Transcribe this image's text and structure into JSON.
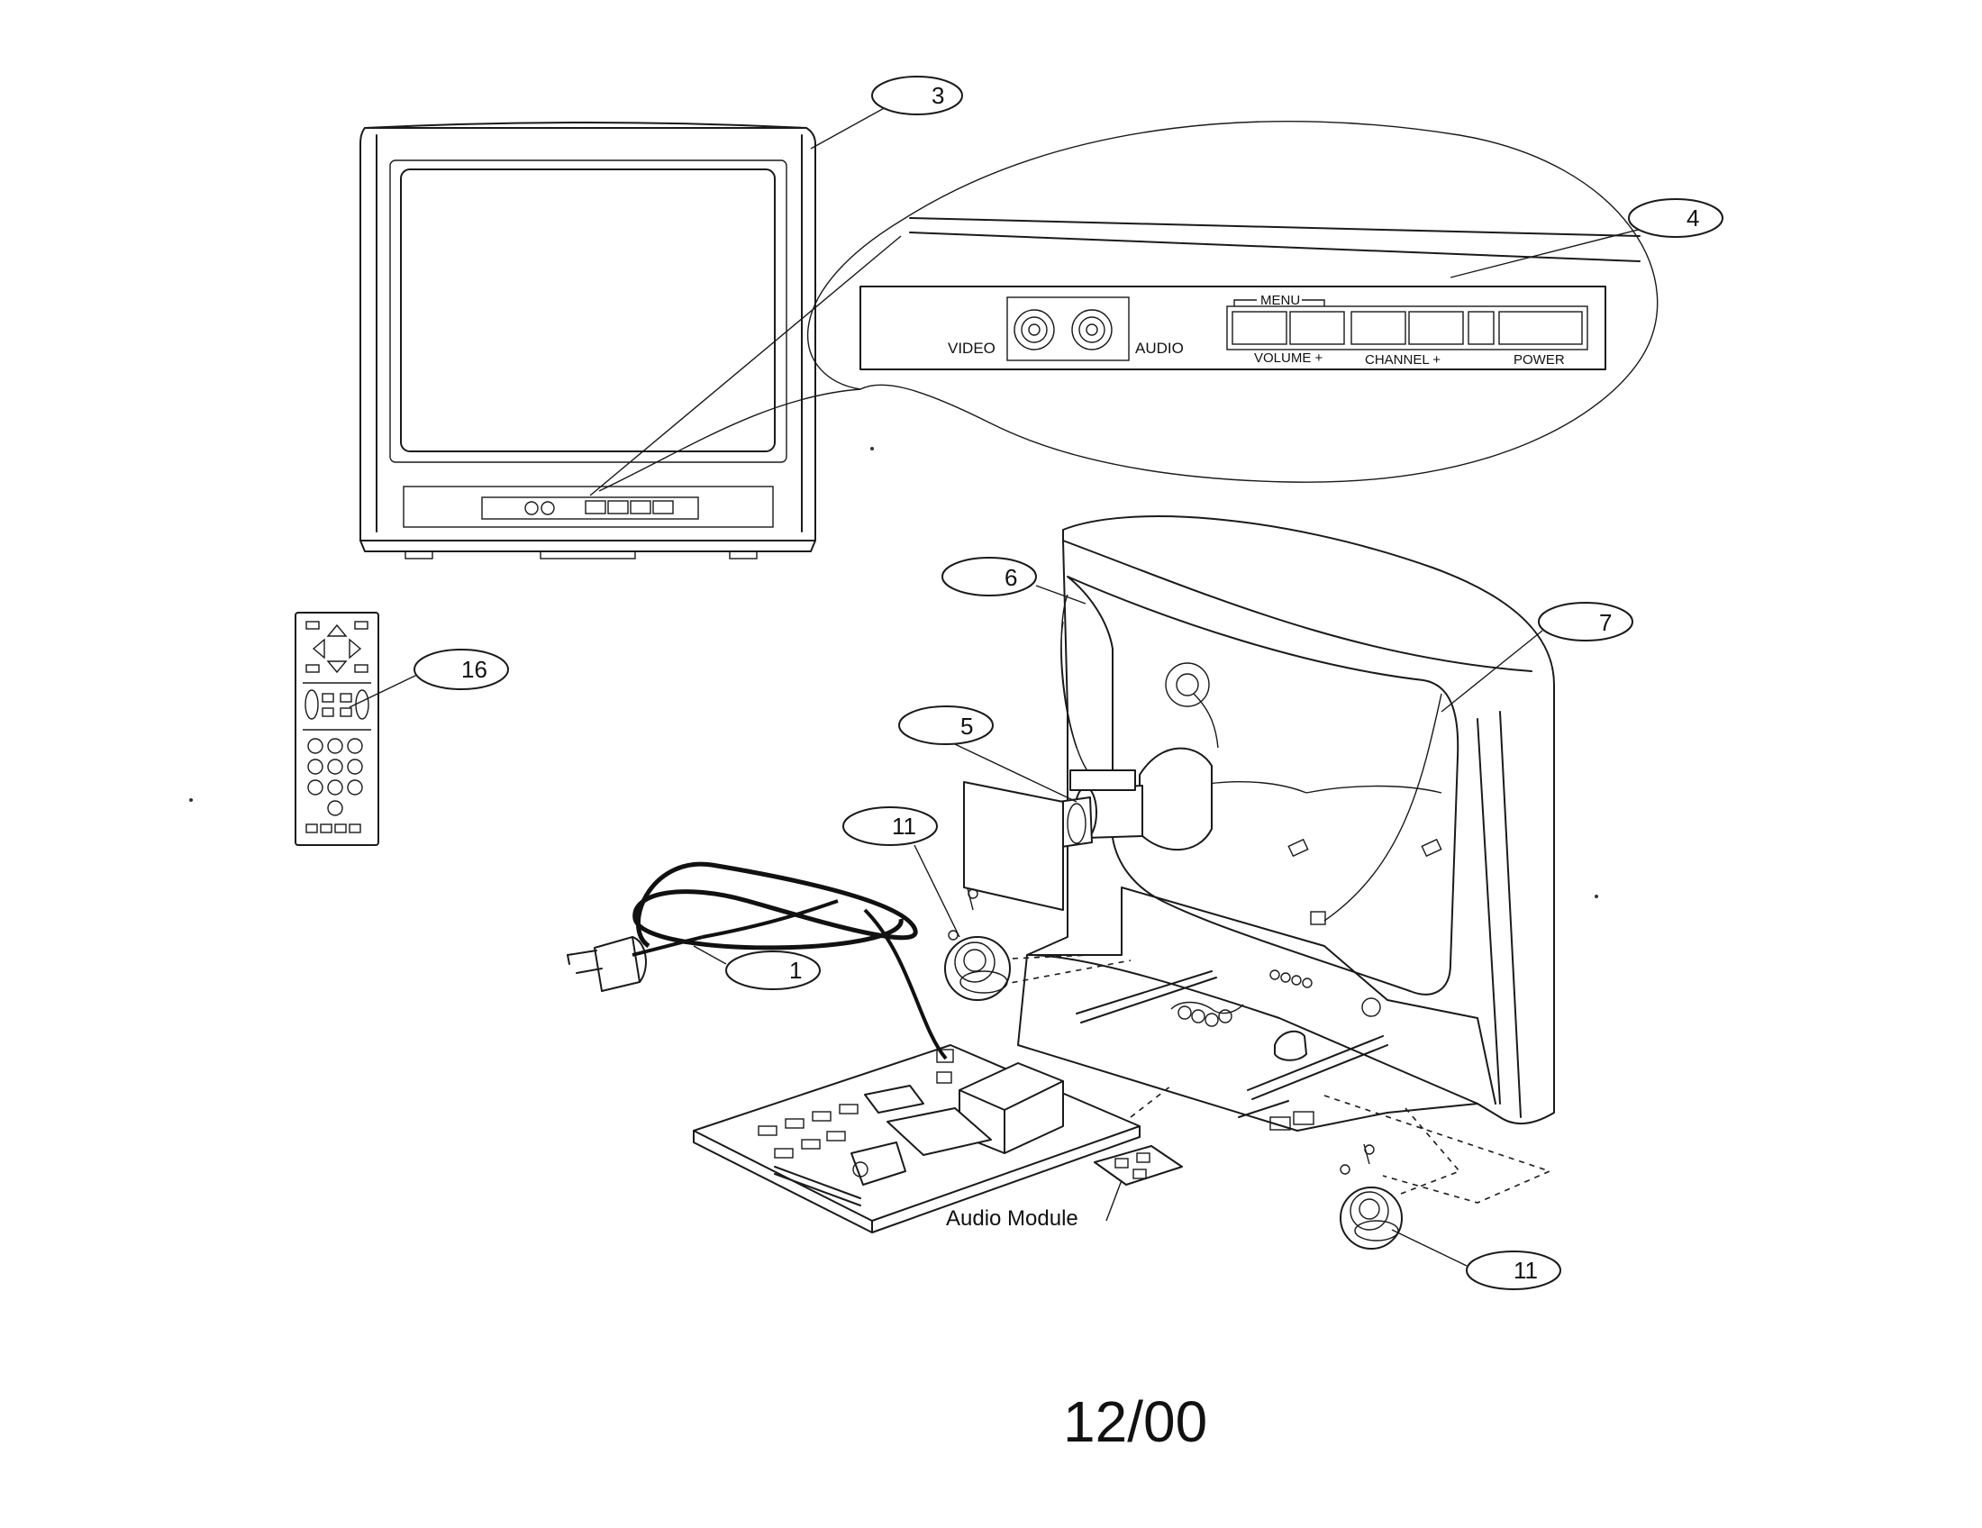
{
  "callouts": {
    "c3": "3",
    "c4": "4",
    "c5": "5",
    "c6": "6",
    "c7": "7",
    "c11a": "11",
    "c11b": "11",
    "c16": "16",
    "c1": "1"
  },
  "panel": {
    "video": "VIDEO",
    "audio": "AUDIO",
    "menu": "MENU",
    "volume": "VOLUME +",
    "channel": "CHANNEL +",
    "power": "POWER"
  },
  "audio_module_label": "Audio Module",
  "date_code": "12/00"
}
